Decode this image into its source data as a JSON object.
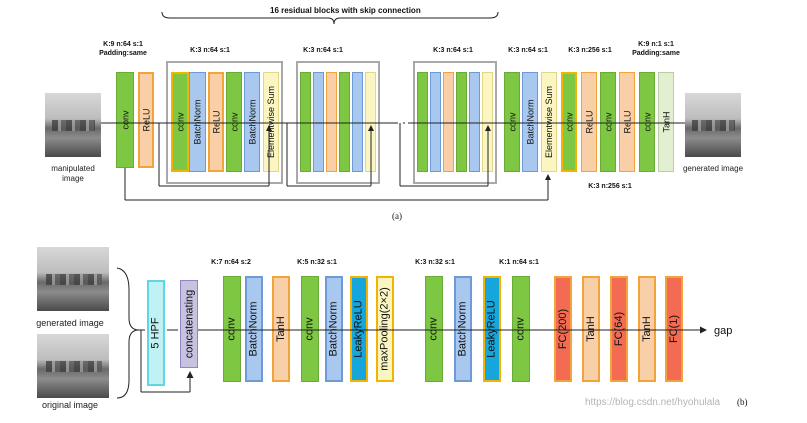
{
  "colors": {
    "conv": {
      "fill": "#7dc742",
      "border": "#6aab37"
    },
    "relu": {
      "fill": "#f8cfa6",
      "border": "#f2a33a"
    },
    "batchnorm": {
      "fill": "#a8c8ef",
      "border": "#6e9bd6"
    },
    "elementwise": {
      "fill": "#fbf5c2",
      "border": "#e2d68a"
    },
    "tanh_a": {
      "fill": "#e2efd1",
      "border": "#b7cfa0"
    },
    "hpf": {
      "fill": "#bff1f5",
      "border": "#5fd6e6"
    },
    "concat": {
      "fill": "#c6c2e0",
      "border": "#8e86c2"
    },
    "tanh_b": {
      "fill": "#f8cfa6",
      "border": "#f2a33a"
    },
    "leakyrelu": {
      "fill": "#17a6dc",
      "border": "#f2b400"
    },
    "maxpool": {
      "fill": "#fbf5c2",
      "border": "#f2b400"
    },
    "fc": {
      "fill": "#f26b52",
      "border": "#f2a33a"
    },
    "box": "#a9a9a9"
  },
  "part_a": {
    "sublabel": "(a)",
    "title": "16 residual blocks with skip connection",
    "input_caption": "manipulated\nimage",
    "output_caption": "generated image",
    "params": {
      "first_conv": "K:9 n:64 s:1\nPadding:same",
      "res_block_1": "K:3 n:64 s:1",
      "res_block_2": "K:3 n:64 s:1",
      "res_block_n": "K:3 n:64 s:1",
      "post_conv": "K:3 n:64 s:1",
      "up_conv": "K:3 n:256 s:1",
      "up_conv_below": "K:3 n:256 s:1",
      "last_conv": "K:9 n:1 s:1\nPadding:same"
    },
    "labels": {
      "conv": "conv",
      "relu": "ReLU",
      "batchnorm": "BatchNorm",
      "elementwise": "Elementwise Sum",
      "tanh": "TanH"
    }
  },
  "part_b": {
    "sublabel": "(b)",
    "captions": {
      "generated": "generated image",
      "original": "original image"
    },
    "output": "gap",
    "params": {
      "p1": "K:7 n:64 s:2",
      "p2": "K:5 n:32 s:1",
      "p3": "K:3 n:32 s:1",
      "p4": "K:1 n:64 s:1"
    },
    "blocks": [
      "5 HPF",
      "concatenating",
      "conv",
      "BatchNorm",
      "TanH",
      "conv",
      "BatchNorm",
      "LeakyReLU",
      "maxPooling(2×2)",
      "conv",
      "BatchNorm",
      "LeakyReLU",
      "conv",
      "FC(200)",
      "TanH",
      "FC(64)",
      "TanH",
      "FC(1)"
    ]
  },
  "watermark": "https://blog.csdn.net/hyohulala"
}
